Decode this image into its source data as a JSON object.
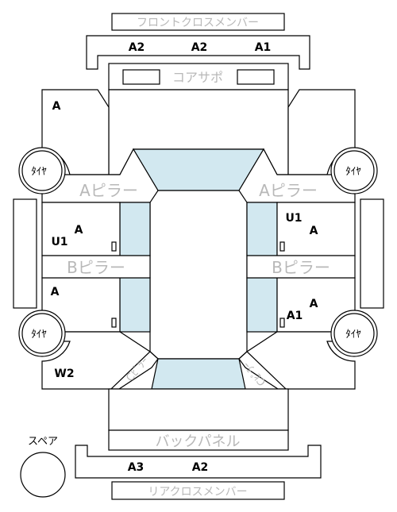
{
  "labels": {
    "front_cross_member": "フロントクロスメンバー",
    "core_support": "コアサポ",
    "a_pillar_left": "Aピラー",
    "a_pillar_right": "Aピラー",
    "b_pillar_left": "Bピラー",
    "b_pillar_right": "Bピラー",
    "back_panel": "バックパネル",
    "rear_cross_member": "リアクロスメンバー",
    "spare": "スペア",
    "tire_fl": "ﾀｲﾔ",
    "tire_fr": "ﾀｲﾔ",
    "tire_rl": "ﾀｲﾔ",
    "tire_rr": "ﾀｲﾔ",
    "c_pillar_left": "Cﾋﾟﾗｰ",
    "c_pillar_right": "Cﾋﾟﾗｰ"
  },
  "codes": {
    "front_member_left": "A2",
    "front_member_mid": "A2",
    "front_member_right": "A1",
    "front_fender_left": "A",
    "front_door_left_1": "A",
    "front_door_left_2": "U1",
    "rear_door_left": "A",
    "quarter_left": "W2",
    "front_door_right_1": "U1",
    "front_door_right_2": "A",
    "rear_door_right_1": "A",
    "rear_door_right_2": "A1",
    "rear_member_left": "A3",
    "rear_member_mid": "A2"
  }
}
